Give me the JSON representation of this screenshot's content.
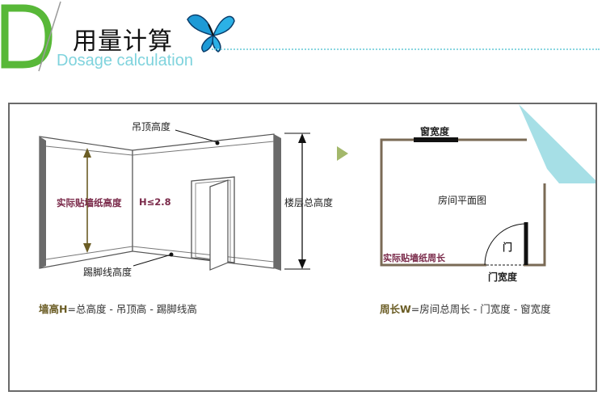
{
  "header": {
    "letter": "D",
    "title": "用量计算",
    "subtitle": "Dosage calculation",
    "accent_green": "#58b838",
    "accent_cyan": "#7fd3dd"
  },
  "room3d": {
    "ceiling_label": "吊顶高度",
    "floor_total_label": "楼层总高度",
    "baseboard_label": "踢脚线高度",
    "wall_height_label": "实际贴墙纸高度",
    "constraint": "H≤2.8"
  },
  "floorplan": {
    "window_label": "窗宽度",
    "room_label": "房间平面图",
    "door_label": "门",
    "door_width_label": "门宽度",
    "perimeter_label": "实际贴墙纸周长"
  },
  "formulas": {
    "wall_height_term": "墙高H",
    "wall_height_expr": "=总高度 - 吊顶高 - 踢脚线高",
    "perimeter_term": "周长W",
    "perimeter_expr": "=房间总周长 - 门宽度 - 窗宽度"
  }
}
